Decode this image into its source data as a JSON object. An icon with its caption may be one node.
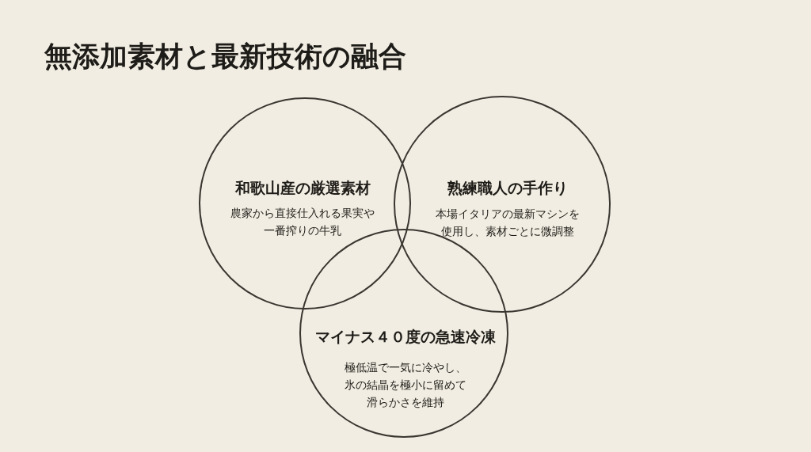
{
  "diagram": {
    "title": "無添加素材と最新技術の融合",
    "nodes": [
      {
        "text": [
          "和歌山産の厳選素材",
          "農家から直接仕入れる果実や一番搾りの牛乳"
        ]
      },
      {
        "text": [
          "熟練職人の手作り",
          "本場イタリアの最新マシンを使用し、素材ごとに微調整"
        ]
      },
      {
        "text": [
          "マイナス４０度の急速冷凍",
          "極低温で一気に冷やし、氷の結晶を極小に留めて滑らかさを維持"
        ]
      }
    ]
  }
}
